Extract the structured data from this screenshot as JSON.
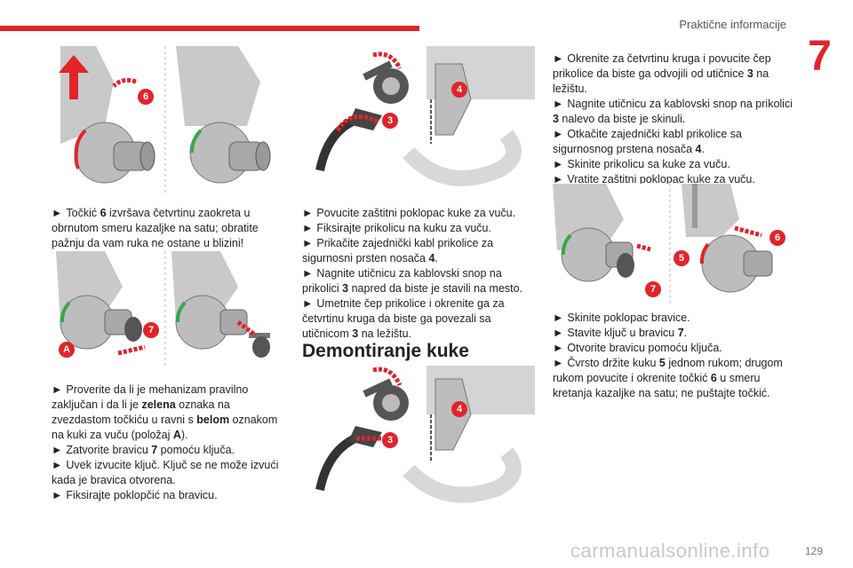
{
  "header": {
    "title": "Praktične informacije",
    "chapter": "7",
    "page": "129"
  },
  "watermark": "carmanualsonline.info",
  "colors": {
    "accent": "#e2232a",
    "green": "#3aa64b"
  },
  "figures": {
    "fig1": {
      "callouts": [
        "6"
      ]
    },
    "fig2": {
      "callouts": [
        "A",
        "7"
      ]
    },
    "fig3": {
      "callouts": [
        "4",
        "3"
      ]
    },
    "fig4": {
      "callouts": [
        "4",
        "3"
      ]
    },
    "fig5": {
      "callouts": [
        "6",
        "5",
        "7"
      ]
    }
  },
  "col1": {
    "p1": [
      "Točkić ",
      "6",
      " izvršava četvrtinu zaokreta u obrnutom smeru kazaljke na satu; obratite pažnju da vam ruka ne ostane u blizini!"
    ],
    "p2": [
      "Proverite da li je mehanizam pravilno zaključan i da li je ",
      "zelena",
      " oznaka na zvezdastom točkiću u ravni s ",
      "belom",
      " oznakom na kuki za vuču (položaj ",
      "A",
      ")."
    ],
    "p3": [
      "Zatvorite bravicu ",
      "7",
      " pomoću ključa."
    ],
    "p4": "Uvek izvucite ključ. Ključ se ne može izvući kada je bravica otvorena.",
    "p5": "Fiksirajte poklopčić na bravicu."
  },
  "col2": {
    "items": [
      "Povucite zaštitni poklopac kuke za vuču.",
      "Fiksirajte prikolicu na kuku za vuču."
    ],
    "p3": [
      "Prikačite zajednički kabl prikolice za sigurnosni prsten nosača ",
      "4",
      "."
    ],
    "p4": [
      "Nagnite utičnicu za kablovski snop na prikolici ",
      "3",
      " napred da biste je stavili na mesto."
    ],
    "p5": [
      "Umetnite čep prikolice i okrenite ga za četvrtinu kruga da biste ga povezali sa utičnicom ",
      "3",
      " na ležištu."
    ],
    "section_title": "Demontiranje kuke"
  },
  "col3": {
    "p1": [
      "Okrenite za četvrtinu kruga i povucite čep prikolice da biste ga odvojili od utičnice ",
      "3",
      " na ležištu."
    ],
    "p2": [
      "Nagnite utičnicu za kablovski snop na prikolici ",
      "3",
      " nalevo da biste je skinuli."
    ],
    "p3": [
      "Otkačite zajednički kabl prikolice sa sigurnosnog prstena nosača ",
      "4",
      "."
    ],
    "p4": "Skinite prikolicu sa kuke za vuču.",
    "p5": "Vratite zaštitni poklopac kuke za vuču.",
    "p6": "Skinite poklopac bravice.",
    "p7": [
      "Stavite ključ u bravicu ",
      "7",
      "."
    ],
    "p8": [
      "Otvorite bravicu pomoću ključa."
    ],
    "p9": [
      "Čvrsto držite kuku ",
      "5",
      " jednom rukom; drugom rukom povucite i okrenite točkić ",
      "6",
      " u smeru kretanja kazaljke na satu; ne puštajte točkić."
    ]
  }
}
